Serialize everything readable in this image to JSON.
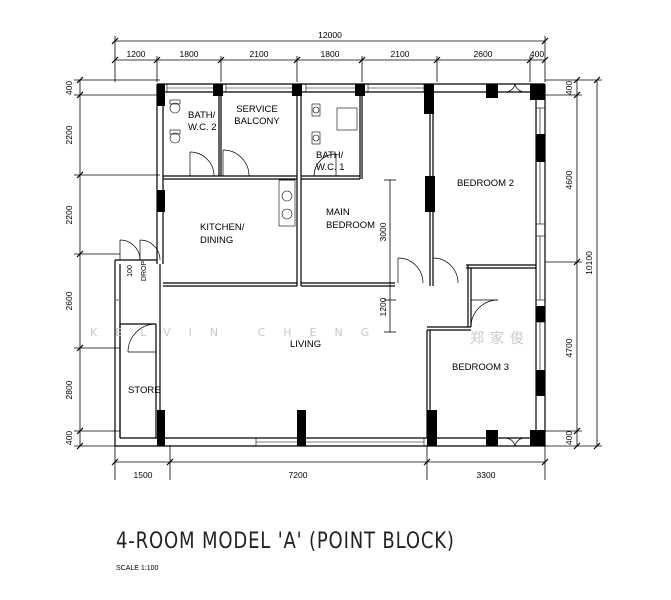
{
  "plan": {
    "total_width": "12000",
    "top_dims": [
      "1200",
      "1800",
      "2100",
      "1800",
      "2100",
      "2600",
      "400"
    ],
    "bottom_dims": [
      "1500",
      "7200",
      "3300"
    ],
    "left_dims": [
      "400",
      "2200",
      "2200",
      "2600",
      "2800",
      "400"
    ],
    "right_total": "10100",
    "right_dims": [
      "400",
      "4600",
      "4700",
      "400"
    ],
    "interior_dims": [
      "3000",
      "1200"
    ],
    "rooms": {
      "bath2": [
        "BATH/",
        "W.C. 2"
      ],
      "service": [
        "SERVICE",
        "BALCONY"
      ],
      "bath1": [
        "BATH/",
        "W.C. 1"
      ],
      "bedroom2": "BEDROOM 2",
      "kitchen": [
        "KITCHEN/",
        "DINING"
      ],
      "main": [
        "MAIN",
        "BEDROOM"
      ],
      "living": "LIVING",
      "store": "STORE",
      "bedroom3": "BEDROOM 3",
      "drop_num": "100",
      "drop": "DROP"
    },
    "watermark": "KELVIN CHENG",
    "watermark_cn": "郑家俊"
  },
  "title": "4-ROOM MODEL 'A'  (POINT BLOCK)",
  "scale": "SCALE 1:100"
}
